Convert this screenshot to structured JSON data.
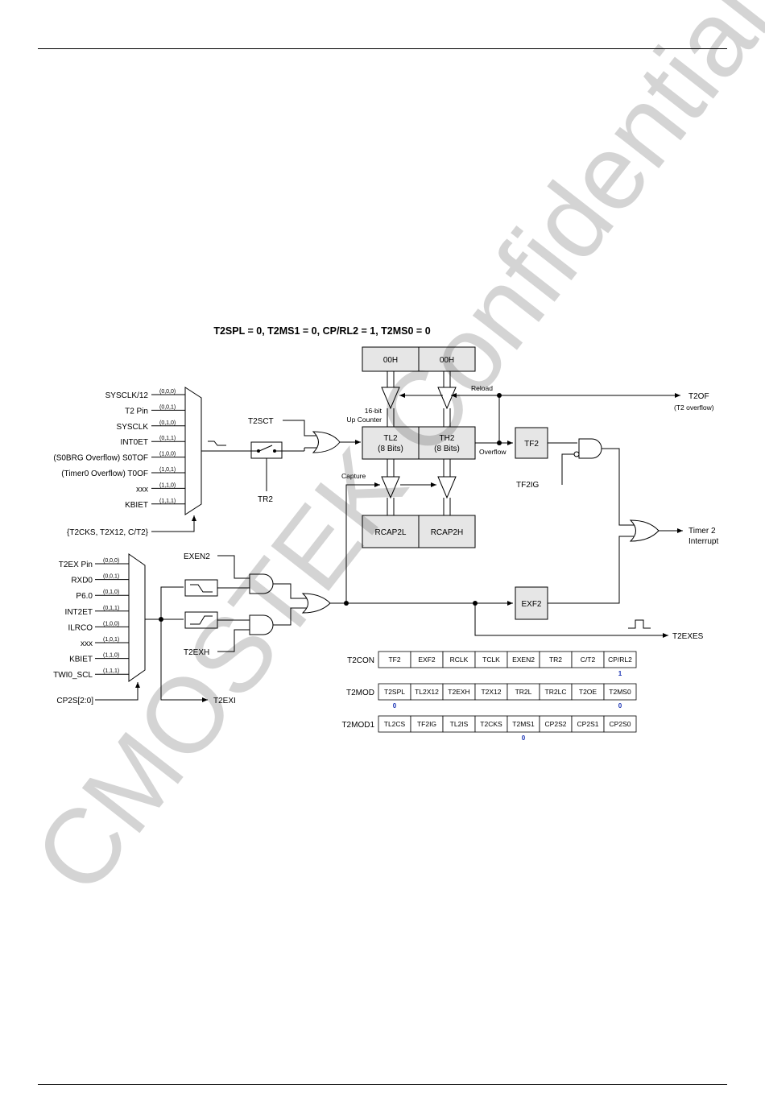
{
  "header_rule": true,
  "footer_rule": true,
  "diagram": {
    "title": "T2SPL = 0, T2MS1 = 0, CP/RL2 = 1, T2MS0 = 0",
    "clock_mux": {
      "inputs": [
        {
          "label": "SYSCLK/12",
          "sel": "(0,0,0)"
        },
        {
          "label": "T2 Pin",
          "sel": "(0,0,1)"
        },
        {
          "label": "SYSCLK",
          "sel": "(0,1,0)"
        },
        {
          "label": "INT0ET",
          "sel": "(0,1,1)"
        },
        {
          "label": "(S0BRG Overflow) S0TOF",
          "sel": "(1,0,0)"
        },
        {
          "label": "(Timer0 Overflow) T0OF",
          "sel": "(1,0,1)"
        },
        {
          "label": "xxx",
          "sel": "(1,1,0)"
        },
        {
          "label": "KBIET",
          "sel": "(1,1,1)"
        }
      ],
      "select": "{T2CKS, T2X12, C/T2}"
    },
    "ex_mux": {
      "inputs": [
        {
          "label": "T2EX Pin",
          "sel": "(0,0,0)"
        },
        {
          "label": "RXD0",
          "sel": "(0,0,1)"
        },
        {
          "label": "P6.0",
          "sel": "(0,1,0)"
        },
        {
          "label": "INT2ET",
          "sel": "(0,1,1)"
        },
        {
          "label": "ILRCO",
          "sel": "(1,0,0)"
        },
        {
          "label": "xxx",
          "sel": "(1,0,1)"
        },
        {
          "label": "KBIET",
          "sel": "(1,1,0)"
        },
        {
          "label": "TWI0_SCL",
          "sel": "(1,1,1)"
        }
      ],
      "select": "CP2S[2:0]"
    },
    "labels": {
      "t2sct": "T2SCT",
      "tr2": "TR2",
      "reload_h1": "00H",
      "reload_h2": "00H",
      "reload": "Reload",
      "counter_note1": "16-bit",
      "counter_note2": "Up Counter",
      "tl2": "TL2",
      "tl2_bits": "(8 Bits)",
      "th2": "TH2",
      "th2_bits": "(8 Bits)",
      "overflow": "Overflow",
      "tf2": "TF2",
      "tf2ig": "TF2IG",
      "t2of": "T2OF",
      "t2of_note": "(T2 overflow)",
      "capture": "Capture",
      "rcap2l": "RCAP2L",
      "rcap2h": "RCAP2H",
      "timer2_interrupt_1": "Timer 2",
      "timer2_interrupt_2": "Interrupt",
      "exen2": "EXEN2",
      "t2exh": "T2EXH",
      "exf2": "EXF2",
      "t2exes": "T2EXES",
      "t2exi": "T2EXI"
    },
    "registers": [
      {
        "name": "T2CON",
        "bits": [
          "TF2",
          "EXF2",
          "RCLK",
          "TCLK",
          "EXEN2",
          "TR2",
          "C/T2",
          "CP/RL2"
        ],
        "values": [
          "",
          "",
          "",
          "",
          "",
          "",
          "",
          "1"
        ]
      },
      {
        "name": "T2MOD",
        "bits": [
          "T2SPL",
          "TL2X12",
          "T2EXH",
          "T2X12",
          "TR2L",
          "TR2LC",
          "T2OE",
          "T2MS0"
        ],
        "values": [
          "0",
          "",
          "",
          "",
          "",
          "",
          "",
          "0"
        ]
      },
      {
        "name": "T2MOD1",
        "bits": [
          "TL2CS",
          "TF2IG",
          "TL2IS",
          "T2CKS",
          "T2MS1",
          "CP2S2",
          "CP2S1",
          "CP2S0"
        ],
        "values": [
          "",
          "",
          "",
          "",
          "0",
          "",
          "",
          ""
        ]
      }
    ],
    "colors": {
      "title": "#1a33b4",
      "box_fill": "#e6e6e6",
      "value": "#1a33b4"
    }
  },
  "watermark": "CMOSTEK Confidential"
}
